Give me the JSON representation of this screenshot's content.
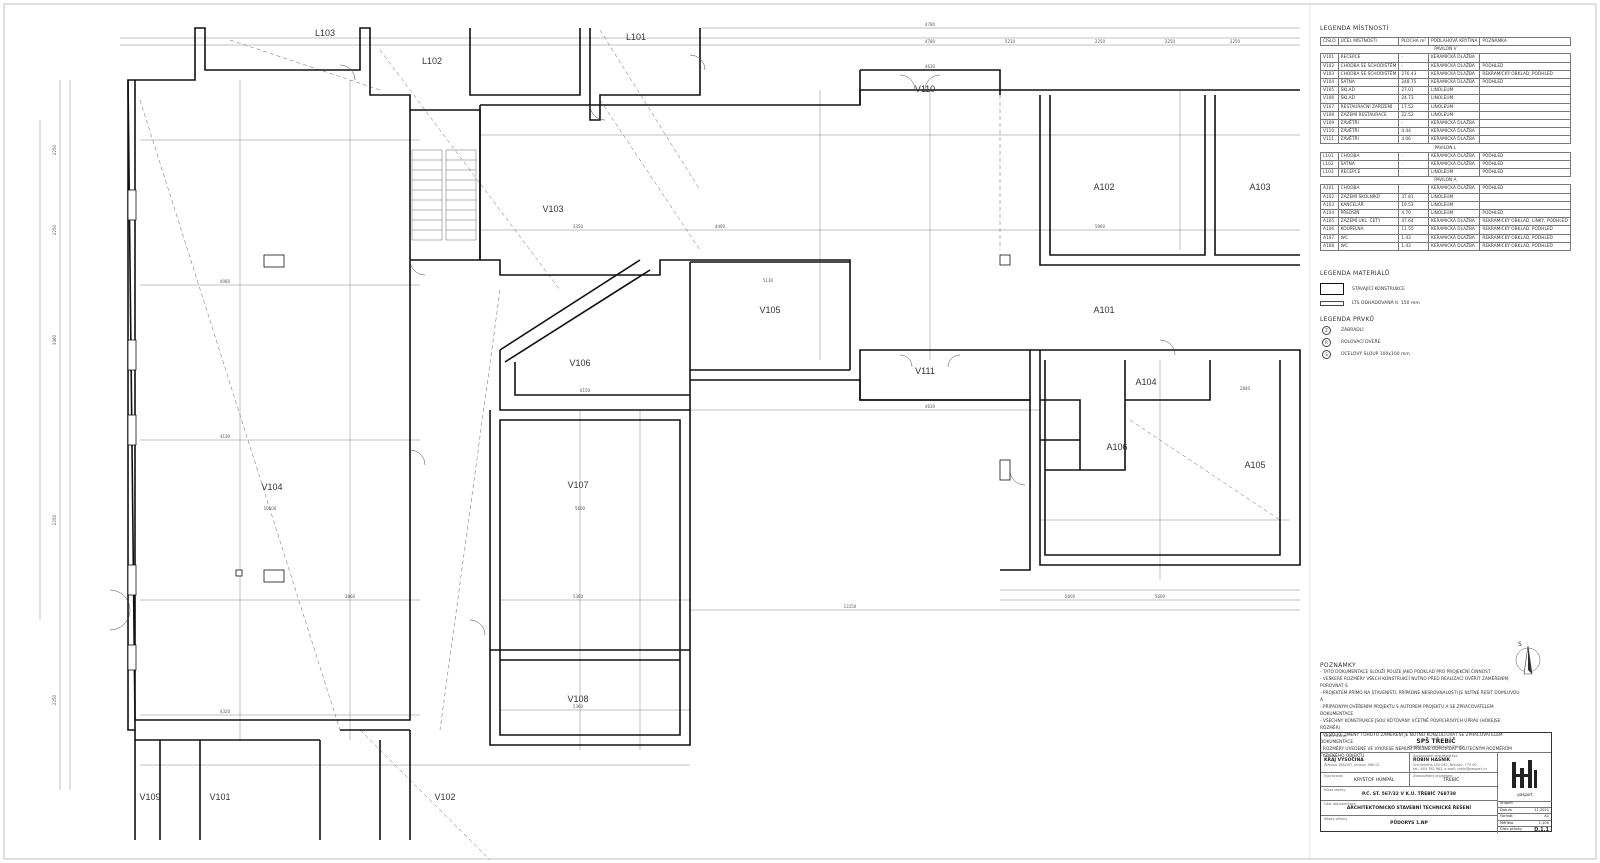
{
  "rooms": {
    "V101": "V101",
    "V102": "V102",
    "V103": "V103",
    "V104": "V104",
    "V105": "V105",
    "V106": "V106",
    "V107": "V107",
    "V108": "V108",
    "V109": "V109",
    "V110": "V110",
    "V111": "V111",
    "L101": "L101",
    "L102": "L102",
    "L103": "L103",
    "A101": "A101",
    "A102": "A102",
    "A103": "A103",
    "A104": "A104",
    "A105": "A105",
    "A106": "A106"
  },
  "dimensions": {
    "top_a": "4780",
    "top_b": "4780",
    "top_c": "5210",
    "top_d": "2250",
    "top_e": "2250",
    "top_f": "2250",
    "v104_a": "4080",
    "v104_b": "4130",
    "v104_c": "4320",
    "v104_d": "10500",
    "v104_e": "3860",
    "v103_a": "4400",
    "v103_b": "3350",
    "v107_a": "5360",
    "v107_b": "5600",
    "v108": "5360",
    "v105": "5130",
    "v106": "6150",
    "v110": "4630",
    "v111": "4630",
    "a102": "5960",
    "a105": "2840",
    "bottom_a": "5600",
    "bottom_b": "13150",
    "bottom_c": "5600",
    "left_a": "2250",
    "left_b": "2250",
    "left_c": "3460",
    "left_d": "2250",
    "left_e": "2250"
  },
  "legend": {
    "rooms_title": "LEGENDA MÍSTNOSTÍ",
    "headers": [
      "ČÍSLO",
      "ÚČEL MÍSTNOSTI",
      "PLOCHA m²",
      "PODLAHOVÁ KRYTINA",
      "POZNÁMKA"
    ],
    "groups": [
      {
        "title": "PAVILON V",
        "rows": [
          [
            "V101",
            "RECEPCE",
            "-",
            "KERAMICKÁ DLAŽBA",
            ""
          ],
          [
            "V102",
            "CHODBA SE SCHODIŠTĚM",
            "-",
            "KERAMICKÁ DLAŽBA",
            "PODHLED"
          ],
          [
            "V103",
            "CHODBA SE SCHODIŠTĚM",
            "276.43",
            "KERAMICKÁ DLAŽBA",
            "REKRAMICKÝ OBKLAD, PODHLED"
          ],
          [
            "V104",
            "ŠATNA",
            "248.75",
            "KERAMICKÁ DLAŽBA",
            "PODHLED"
          ],
          [
            "V105",
            "SKLAD",
            "27.01",
            "LINOLEUM",
            ""
          ],
          [
            "V106",
            "SKLAD",
            "24.73",
            "LINOLEUM",
            ""
          ],
          [
            "V107",
            "RESTAURAČNÍ ZAŘÍZENÍ",
            "17.52",
            "LINOLEUM",
            ""
          ],
          [
            "V108",
            "ZÁZEMÍ RESTAURACE",
            "22.52",
            "LINOLEUM",
            ""
          ],
          [
            "V109",
            "ZÁVĚTŘÍ",
            "-",
            "KERAMICKÁ DLAŽBA",
            ""
          ],
          [
            "V110",
            "ZÁVĚTŘÍ",
            "4.44",
            "KERAMICKÁ DLAŽBA",
            ""
          ],
          [
            "V111",
            "ZÁVĚTŘÍ",
            "4.06",
            "KERAMICKÁ DLAŽBA",
            ""
          ]
        ]
      },
      {
        "title": "PAVILON L",
        "rows": [
          [
            "L101",
            "CHODBA",
            "-",
            "KERAMICKÁ DLAŽBA",
            "PODHLED"
          ],
          [
            "L102",
            "ŠATNA",
            "-",
            "KERAMICKÁ DLAŽBA",
            "PODHLED"
          ],
          [
            "L103",
            "RECEPCE",
            "-",
            "LINOLEUM",
            "PODHLED"
          ]
        ]
      },
      {
        "title": "PAVILON A",
        "rows": [
          [
            "A101",
            "CHODBA",
            "-",
            "KERAMICKÁ DLAŽBA",
            "PODHLED"
          ],
          [
            "A102",
            "ZÁZEMÍ ŠKOLNÍKŮ",
            "37.81",
            "LINOLEUM",
            ""
          ],
          [
            "A103",
            "KANCELÁŘ",
            "19.53",
            "LINOLEUM",
            ""
          ],
          [
            "A104",
            "PŘEDSÍŇ",
            "4.70",
            "LINOLEUM",
            "PODHLED"
          ],
          [
            "A105",
            "ZÁZEMÍ UKL. ČETY",
            "47.64",
            "KERAMICKÁ DLAŽBA",
            "REKRAMICKÝ OBKLAD, LINKY, PODHLED"
          ],
          [
            "A106",
            "KOUPELNA",
            "11.55",
            "KERAMICKÁ DLAŽBA",
            "REKRAMICKÝ OBKLAD, PODHLED"
          ],
          [
            "A107",
            "WC",
            "1.43",
            "KERAMICKÁ DLAŽBA",
            "REKRAMICKÝ OBKLAD, PODHLED"
          ],
          [
            "A108",
            "WC",
            "1.43",
            "KERAMICKÁ DLAŽBA",
            "REKRAMICKÝ OBKLAD, PODHLED"
          ]
        ]
      }
    ],
    "materials_title": "LEGENDA MATERIÁLŮ",
    "materials": [
      "STÁVAJÍCÍ KONSTRUKCE",
      "LTS ODHADOVANÁ tl. 150 mm"
    ],
    "symbols_title": "LEGENDA PRVKŮ",
    "symbols": [
      {
        "sym": "Z",
        "label": "ZÁBRADLÍ"
      },
      {
        "sym": "R",
        "label": "ROLOVACÍ DVEŘE"
      },
      {
        "sym": "S",
        "label": "OCELOVÝ SLOUP 100x100 mm"
      }
    ]
  },
  "notes": {
    "title": "POZNÁMKY",
    "items": [
      "TATO DOKUMENTACE SLOUŽÍ POUZE JAKO PODKLAD PRO PROJEKČNÍ ČINNOST",
      "VEŠKERÉ ROZMĚRY VŠECH KONSTRUKCÍ NUTNO PŘED REALIZACÍ OVĚŘIT ZAMĚŘENÍM, POROVNAT S",
      "PROJEKTEM PŘÍMO NA STAVENIŠTI, PŘÍPADNÉ NESROVNALOSTI JE NUTNÉ ŘEŠIT DOMLUVOU A",
      "PŘÍPADNÝM OVĚŘENÍM PROJEKTU S AUTOREM PROJEKTU A SE ZPRACOVATELEM DOKUMENTACE",
      "VŠECHNY KONSTRUKCE JSOU KÓTOVÁNY VČETNĚ POVRCHOVÝCH ÚPRAV (HOKEJSE ROZMĚR)",
      "VEŠKERÉ ZMĚNY TOHOTO ZAMĚŘENÍ JE NUTNO KONZULTOVAT SE ZPRACOVATELEM DOKUMENTACE",
      "ROZMĚRY UVEDENÉ VE VÝKRESE NEMUSÍ PŘESNĚ ODPOVÍDAT SKUTEČNÝM ROZMĚRŮM FYZICKÉHO OBJEKTU"
    ]
  },
  "title_block": {
    "project_label": "Název stavby",
    "project": "SPŠ TŘEBÍČ",
    "subtitle": "ZAMĚŘENÍ A ZAKRESLENÍ STAVBY",
    "investor_label": "Investor",
    "investor": "KRAJ VYSOČINA",
    "investor_addr": "Žižkova 1882/57, Jihlava, 586 01",
    "author_label": "Zpracovatel dokumentace",
    "author": "ROBIN HASNÍK",
    "author_addr": "Vrchlického 1621/42, Břeclav, 779 00",
    "author_contact": "tel.: 605 762 962, e-mail: robin@pasport.cz",
    "drafter_label": "Vypracoval",
    "drafter": "KRYŠTOF HUMPÁL",
    "checker_label": "Zodpovědný projektant",
    "location_label": "Místo stavby",
    "location_city": "TŘEBÍČ",
    "parcel": "P.Č. ST. 567/32 V K.Ú. TŘEBÍČ 768738",
    "part_label": "Část dokumentace",
    "part": "ARCHITEKTONICKO STAVEBNÍ TECHNICKÉ ŘEŠENÍ",
    "drawing_label": "Název přílohy",
    "drawing": "PŮDORYS 1.NP",
    "logo_text": "pasport",
    "fields": [
      {
        "label": "Stupeň",
        "value": ""
      },
      {
        "label": "Datum",
        "value": "11.2021"
      },
      {
        "label": "Formát",
        "value": "A1"
      },
      {
        "label": "Měřítko",
        "value": "1:100"
      }
    ],
    "sheet_label": "Číslo přílohy",
    "sheet": "D.1.1"
  },
  "north_label": "S"
}
